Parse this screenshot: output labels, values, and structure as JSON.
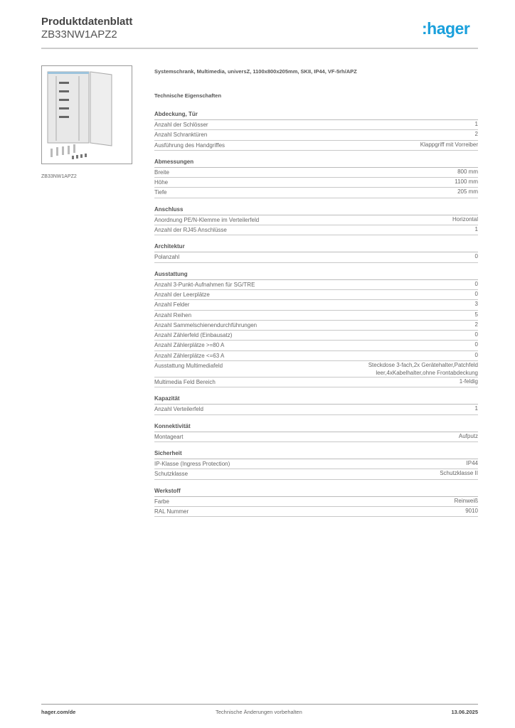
{
  "header": {
    "title": "Produktdatenblatt",
    "product_code": "ZB33NW1APZ2",
    "logo": ":hager"
  },
  "image_caption": "ZB33NW1APZ2",
  "description": "Systemschrank, Multimedia, universZ, 1100x800x205mm, SKII, IP44, VF-5rh/APZ",
  "tech_heading": "Technische Eigenschaften",
  "sections": [
    {
      "title": "Abdeckung, Tür",
      "rows": [
        [
          "Anzahl der Schlösser",
          "1"
        ],
        [
          "Anzahl Schranktüren",
          "2"
        ],
        [
          "Ausführung des Handgriffes",
          "Klappgriff mit Vorreiber"
        ]
      ]
    },
    {
      "title": "Abmessungen",
      "rows": [
        [
          "Breite",
          "800 mm"
        ],
        [
          "Höhe",
          "1100 mm"
        ],
        [
          "Tiefe",
          "205 mm"
        ]
      ]
    },
    {
      "title": "Anschluss",
      "rows": [
        [
          "Anordnung PE/N-Klemme im Verteilerfeld",
          "Horizontal"
        ],
        [
          "Anzahl der RJ45 Anschlüsse",
          "1"
        ]
      ]
    },
    {
      "title": "Architektur",
      "rows": [
        [
          "Polanzahl",
          "0"
        ]
      ]
    },
    {
      "title": "Ausstattung",
      "rows": [
        [
          "Anzahl 3-Punkt-Aufnahmen für SG/TRE",
          "0"
        ],
        [
          "Anzahl der Leerplätze",
          "0"
        ],
        [
          "Anzahl Felder",
          "3"
        ],
        [
          "Anzahl Reihen",
          "5"
        ],
        [
          "Anzahl Sammelschienendurchführungen",
          "2"
        ],
        [
          "Anzahl Zählerfeld (Einbausatz)",
          "0"
        ],
        [
          "Anzahl Zählerplätze >=80 A",
          "0"
        ],
        [
          "Anzahl Zählerplätze <=63 A",
          "0"
        ],
        [
          "Ausstattung Multimediafeld",
          "Steckdose 3-fach,2x Gerätehalter,Patchfeld leer,4xKabelhalter,ohne Frontabdeckung"
        ],
        [
          "Multimedia Feld Bereich",
          "1-feldig"
        ]
      ]
    },
    {
      "title": "Kapazität",
      "rows": [
        [
          "Anzahl Verteilerfeld",
          "1"
        ]
      ]
    },
    {
      "title": "Konnektivität",
      "rows": [
        [
          "Montageart",
          "Aufputz"
        ]
      ]
    },
    {
      "title": "Sicherheit",
      "rows": [
        [
          "IP-Klasse (Ingress Protection)",
          "IP44"
        ],
        [
          "Schutzklasse",
          "Schutzklasse II"
        ]
      ]
    },
    {
      "title": "Werkstoff",
      "rows": [
        [
          "Farbe",
          "Reinweiß"
        ],
        [
          "RAL Nummer",
          "9010"
        ]
      ]
    }
  ],
  "footer": {
    "website": "hager.com/de",
    "note": "Technische Änderungen vorbehalten",
    "date": "13.06.2025"
  },
  "colors": {
    "brand": "#1aa0dc"
  }
}
